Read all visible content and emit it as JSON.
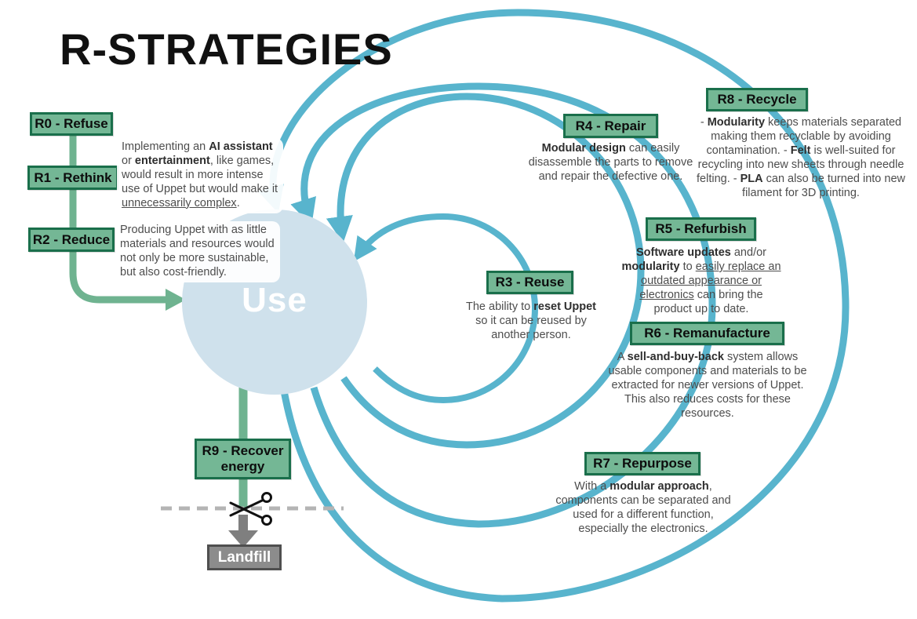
{
  "title": "R-STRATEGIES",
  "center": {
    "label": "Use"
  },
  "landfill": {
    "label": "Landfill"
  },
  "colors": {
    "loop_teal": "#58b4cd",
    "box_green_fill": "#74b795",
    "box_green_border": "#1a6f4b",
    "connector_green": "#6fb390",
    "use_circle_fill": "#cfe1ec",
    "gray_fill": "#8c8c8c",
    "gray_border": "#4f4f4f",
    "dash_gray": "#b4b4b4",
    "body_text": "#4d4d4d"
  },
  "strategies": {
    "r0": {
      "label": "R0 - Refuse"
    },
    "r1": {
      "label": "R1 - Rethink",
      "desc": [
        {
          "t": "Implementing an "
        },
        {
          "t": "AI assistant",
          "b": 1
        },
        {
          "t": " or "
        },
        {
          "t": "entertainment",
          "b": 1
        },
        {
          "t": ", like games, would result in more intense use of Uppet but would make it "
        },
        {
          "t": "unnecessarily complex",
          "u": 1
        },
        {
          "t": "."
        }
      ]
    },
    "r2": {
      "label": "R2 - Reduce",
      "desc": [
        {
          "t": "Producing Uppet with as little materials and resources would not only be more sustainable, but also cost-friendly."
        }
      ]
    },
    "r3": {
      "label": "R3 - Reuse",
      "desc": [
        {
          "t": "The ability to "
        },
        {
          "t": "reset Uppet",
          "b": 1
        },
        {
          "t": " so it can be reused by another person."
        }
      ]
    },
    "r4": {
      "label": "R4 - Repair",
      "desc": [
        {
          "t": "Modular design",
          "b": 1
        },
        {
          "t": " can easily disassemble the parts to remove and repair the defective one."
        }
      ]
    },
    "r5": {
      "label": "R5 - Refurbish",
      "desc": [
        {
          "t": "Software updates",
          "b": 1
        },
        {
          "t": " and/or "
        },
        {
          "t": "modularity",
          "b": 1
        },
        {
          "t": " to "
        },
        {
          "t": "easily replace an outdated appearance or electronics",
          "u": 1
        },
        {
          "t": " can bring the product up to date."
        }
      ]
    },
    "r6": {
      "label": "R6 - Remanufacture",
      "desc": [
        {
          "t": "A "
        },
        {
          "t": "sell-and-buy-back",
          "b": 1
        },
        {
          "t": " system allows usable components and materials to be extracted for newer versions of Uppet. This also reduces costs for these resources."
        }
      ]
    },
    "r7": {
      "label": "R7 - Repurpose",
      "desc": [
        {
          "t": "With a "
        },
        {
          "t": "modular approach",
          "b": 1
        },
        {
          "t": ", components can be separated and used for a different function, especially the electronics."
        }
      ]
    },
    "r8": {
      "label": "R8 - Recycle",
      "desc": [
        {
          "t": "- "
        },
        {
          "t": "Modularity",
          "b": 1
        },
        {
          "t": " keeps materials separated making them recyclable by avoiding contamination. - "
        },
        {
          "t": "Felt",
          "b": 1
        },
        {
          "t": " is well-suited for recycling into new sheets through needle felting. - "
        },
        {
          "t": "PLA",
          "b": 1
        },
        {
          "t": " can also be turned into new filament for 3D printing."
        }
      ]
    },
    "r9": {
      "label": "R9 - Recover energy"
    }
  }
}
